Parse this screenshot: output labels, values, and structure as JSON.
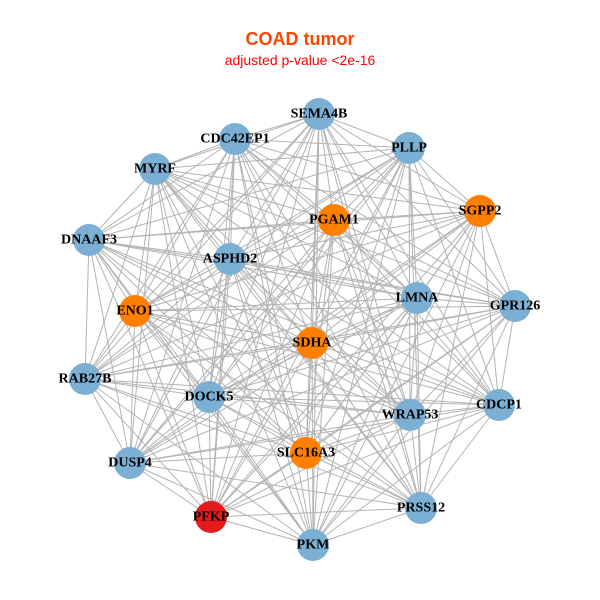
{
  "title": "COAD tumor",
  "subtitle": "adjusted p-value <2e-16",
  "colors": {
    "blue": "#7BAFD4",
    "orange": "#FF7F00",
    "red": "#E41A1C",
    "edge": "#B3B3B3"
  },
  "nodes": [
    {
      "id": "SEMA4B",
      "group": "blue"
    },
    {
      "id": "CDC42EP1",
      "group": "blue"
    },
    {
      "id": "PLLP",
      "group": "blue"
    },
    {
      "id": "MYRF",
      "group": "blue"
    },
    {
      "id": "PGAM1",
      "group": "orange"
    },
    {
      "id": "SGPP2",
      "group": "orange"
    },
    {
      "id": "DNAAF3",
      "group": "blue"
    },
    {
      "id": "ASPHD2",
      "group": "blue"
    },
    {
      "id": "LMNA",
      "group": "blue"
    },
    {
      "id": "GPR126",
      "group": "blue"
    },
    {
      "id": "ENO1",
      "group": "orange"
    },
    {
      "id": "SDHA",
      "group": "orange"
    },
    {
      "id": "RAB27B",
      "group": "blue"
    },
    {
      "id": "DOCK5",
      "group": "blue"
    },
    {
      "id": "WRAP53",
      "group": "blue"
    },
    {
      "id": "CDCP1",
      "group": "blue"
    },
    {
      "id": "DUSP4",
      "group": "blue"
    },
    {
      "id": "SLC16A3",
      "group": "orange"
    },
    {
      "id": "PRSS12",
      "group": "blue"
    },
    {
      "id": "PFKP",
      "group": "red"
    },
    {
      "id": "PKM",
      "group": "blue"
    }
  ],
  "edges": "all-pairs"
}
